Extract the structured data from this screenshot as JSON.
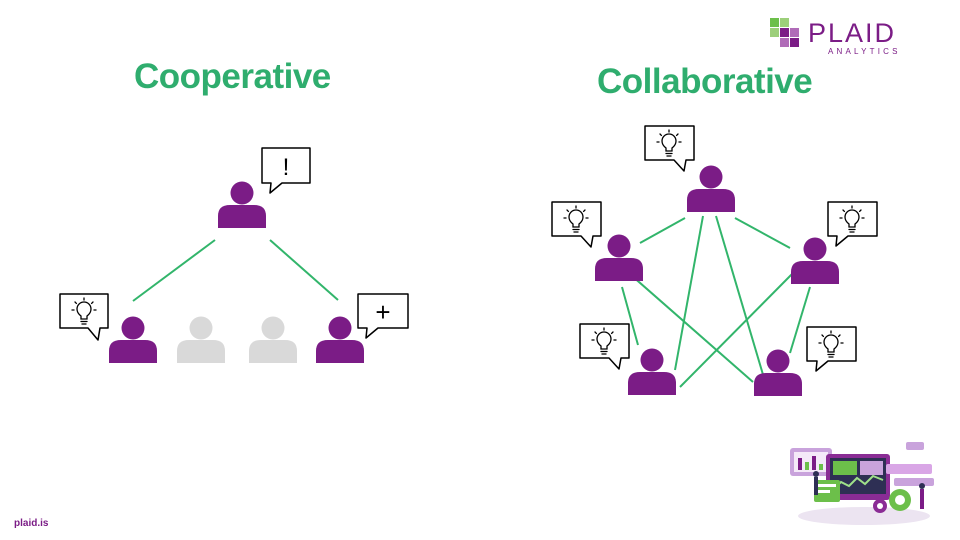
{
  "slide": {
    "title_left": "Cooperative",
    "title_right": "Collaborative",
    "footer": "plaid.is"
  },
  "logo": {
    "word": "PLAID",
    "sub": "ANALYTICS"
  },
  "colors": {
    "title_green": "#2fad6e",
    "line_green": "#32b56b",
    "person_purple": "#7b1c86",
    "person_gray": "#d9d9d9",
    "logo_purple": "#7b1c86",
    "logo_green": "#6cbf4a",
    "footer_purple": "#7b1c86"
  },
  "bubble_symbols": {
    "exclamation": "!",
    "plus": "+"
  },
  "icons": [
    "person-icon",
    "speech-bubble-icon",
    "lightbulb-icon",
    "exclamation-icon",
    "plus-icon",
    "plaid-logo-icon",
    "analytics-illustration-icon"
  ]
}
